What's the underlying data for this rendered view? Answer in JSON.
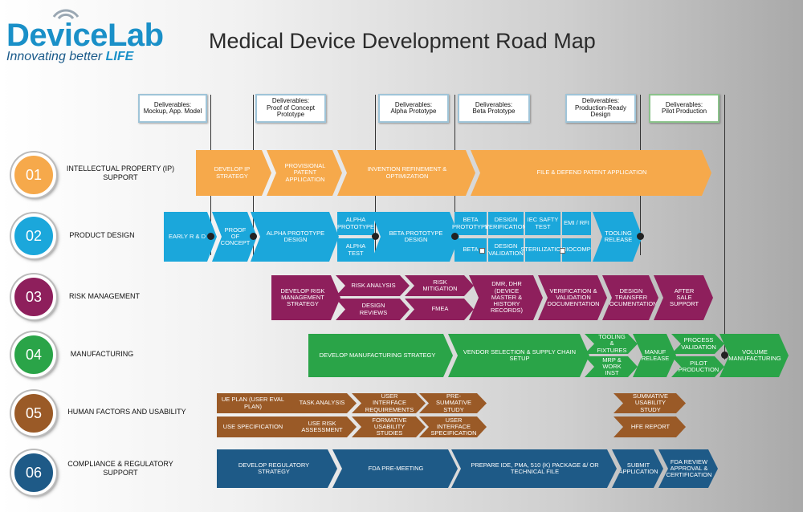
{
  "logo": {
    "brand_a": "Device",
    "brand_b": "Lab",
    "tag_a": "Innovating better ",
    "tag_b": "LIFE"
  },
  "title": "Medical Device Development Road Map",
  "deliverables": [
    {
      "head": "Deliverables:",
      "body": "Mockup, App. Model"
    },
    {
      "head": "Deliverables:",
      "body": "Proof of Concept Prototype"
    },
    {
      "head": "Deliverables:",
      "body": "Alpha Prototype"
    },
    {
      "head": "Deliverables:",
      "body": "Beta Prototype"
    },
    {
      "head": "Deliverables:",
      "body": "Production-Ready Design"
    },
    {
      "head": "Deliverables:",
      "body": "Pilot Production"
    }
  ],
  "rows": [
    {
      "num": "01",
      "label": "INTELLECTUAL PROPERTY (IP) SUPPORT",
      "color": "#f6a94b"
    },
    {
      "num": "02",
      "label": "PRODUCT DESIGN",
      "color": "#1ba7db"
    },
    {
      "num": "03",
      "label": "RISK MANAGEMENT",
      "color": "#8e1f5c"
    },
    {
      "num": "04",
      "label": "MANUFACTURING",
      "color": "#2aa448"
    },
    {
      "num": "05",
      "label": "HUMAN FACTORS AND USABILITY",
      "color": "#9a5a27"
    },
    {
      "num": "06",
      "label": "COMPLIANCE & REGULATORY SUPPORT",
      "color": "#1e5a87"
    }
  ],
  "ip": [
    "DEVELOP IP STRATEGY",
    "PROVISIONAL PATENT APPLICATION",
    "INVENTION REFINEMENT & OPTIMIZATION",
    "FILE & DEFEND PATENT APPLICATION"
  ],
  "pd": {
    "early": "EARLY R & D",
    "poc": "PROOF OF CONCEPT",
    "alpha_design": "ALPHA PROTOTYPE DESIGN",
    "alpha_proto": "ALPHA PROTOTYPE",
    "alpha_test": "ALPHA TEST",
    "beta_design": "BETA PROTOTYPE DESIGN",
    "beta_proto": "BETA PROTOTYPE",
    "beta": "BETA",
    "design_verif": "DESIGN VERIFICATION",
    "design_valid": "DESIGN VALIDATION",
    "iec": "IEC SAFTY TEST",
    "steril": "STERILIZATION",
    "emi": "EMI / RFI",
    "biocomp": "BIOCOMP",
    "tooling": "TOOLING RELEASE"
  },
  "rm": {
    "strategy": "DEVELOP RISK MANAGEMENT STRATEGY",
    "analysis": "RISK ANALYSIS",
    "reviews": "DESIGN REVIEWS",
    "mitigation": "RISK MITIGATION",
    "fmea": "FMEA",
    "dmr": "DMR, DHR (DEVICE MASTER & HISTORY RECORDS)",
    "vv": "VERIFICATION & VALIDATION DOCUMENTATION",
    "transfer": "DESIGN TRANSFER DOCUMENTATION",
    "aftersale": "AFTER SALE SUPPORT"
  },
  "mf": {
    "strategy": "DEVELOP MANUFACTURING STRATEGY",
    "vendor": "VENDOR SELECTION & SUPPLY CHAIN SETUP",
    "tooling": "TOOLING & FIXTURES",
    "mrp": "MRP & WORK INST",
    "release": "MANUF RELEASE",
    "process": "PROCESS VALIDATION",
    "pilot": "PILOT PRODUCTION",
    "volume": "VOLUME MANUFACTURING"
  },
  "hf": {
    "ue_plan": "UE PLAN (USER EVAL PLAN)",
    "use_spec": "USE SPECIFICATION",
    "task": "TASK ANALYSIS",
    "use_risk": "USE RISK ASSESSMENT",
    "ui_req": "USER INTERFACE REQUIREMENTS",
    "formative": "FORMATIVE USABILITY STUDIES",
    "pre_sum": "PRE-SUMMATIVE STUDY",
    "ui_spec": "USER INTERFACE SPECIFICATION",
    "summative": "SUMMATIVE USABILITY STUDY",
    "hfe": "HFE REPORT"
  },
  "cr": {
    "strategy": "DEVELOP REGULATORY STRATEGY",
    "fda_pre": "FDA PRE-MEETING",
    "prepare": "PREPARE IDE, PMA, 510 (K) PACKAGE &/ OR TECHNICAL FILE",
    "submit": "SUBMIT APPLICATION",
    "review": "FDA REVIEW APPROVAL & CERTIFICATION"
  }
}
